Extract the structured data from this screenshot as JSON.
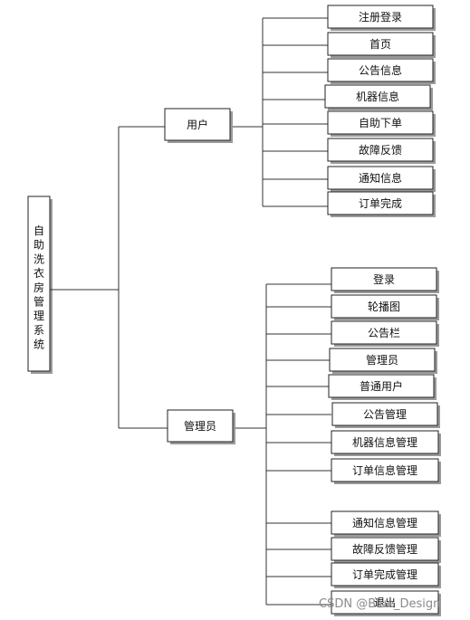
{
  "root": {
    "label": "自助洗衣房管理系统"
  },
  "branches": [
    {
      "label": "用户",
      "children": [
        "注册登录",
        "首页",
        "公告信息",
        "机器信息",
        "自助下单",
        "故障反馈",
        "通知信息",
        "订单完成"
      ]
    },
    {
      "label": "管理员",
      "children": [
        "登录",
        "轮播图",
        "公告栏",
        "管理员",
        "普通用户",
        "公告管理",
        "机器信息管理",
        "订单信息管理",
        "通知信息管理",
        "故障反馈管理",
        "订单完成管理",
        "退出"
      ]
    }
  ],
  "watermark": "CSDN @Blue_Design"
}
